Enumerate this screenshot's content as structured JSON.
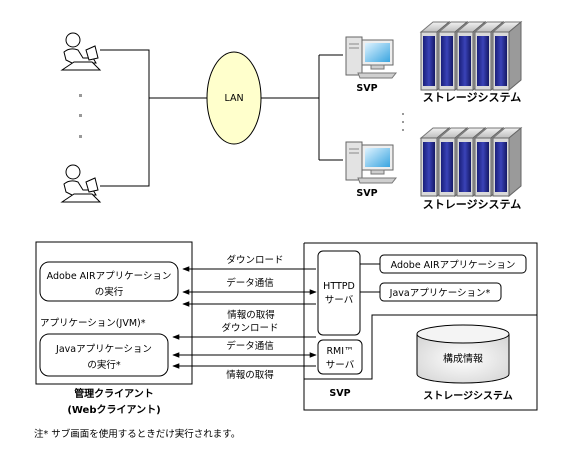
{
  "top": {
    "lan_label": "LAN",
    "svp_upper": "SVP",
    "svp_lower": "SVP",
    "storage_upper": "ストレージシステム",
    "storage_lower": "ストレージシステム"
  },
  "bottom": {
    "client_app_air_line1": "Adobe AIRアプリケーション",
    "client_app_air_line2": "の実行",
    "jvm_label": "アプリケーション(JVM)*",
    "client_app_java_line1": "Javaアプリケーション",
    "client_app_java_line2": "の実行*",
    "client_caption_line1": "管理クライアント",
    "client_caption_line2": "(Webクライアント)",
    "arrow_download_1": "ダウンロード",
    "arrow_datacomm_1": "データ通信",
    "arrow_getinfo_1": "情報の取得",
    "arrow_download_2": "ダウンロード",
    "arrow_datacomm_2": "データ通信",
    "arrow_getinfo_2": "情報の取得",
    "httpd_line1": "HTTPD",
    "httpd_line2": "サーバ",
    "server_air_app": "Adobe AIRアプリケーション",
    "server_java_app": "Javaアプリケーション*",
    "rmi_line1": "RMI™",
    "rmi_line2": "サーバ",
    "svp_caption": "SVP",
    "config_info": "構成情報",
    "storage_caption": "ストレージシステム"
  },
  "footnote": "注* サブ画面を使用するときだけ実行されます。"
}
